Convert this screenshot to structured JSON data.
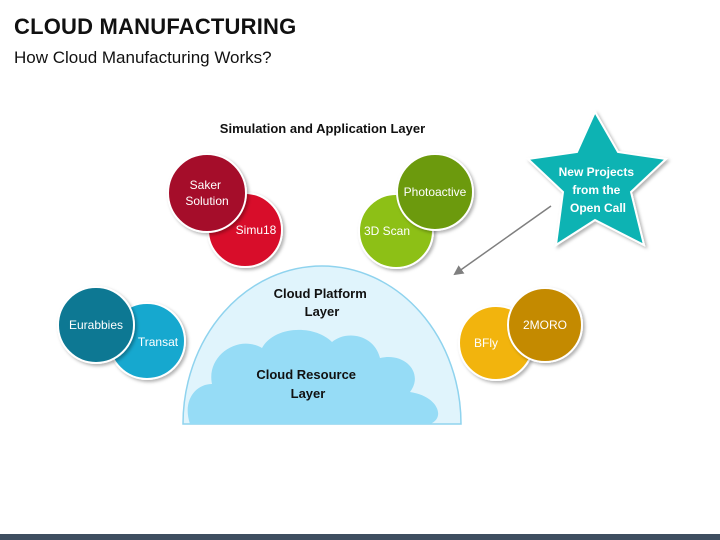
{
  "title": "CLOUD MANUFACTURING",
  "subtitle": "How Cloud Manufacturing Works?",
  "diagram": {
    "top_label": "Simulation and Application Layer",
    "platform_layer": [
      "Cloud Platform",
      "Layer"
    ],
    "resource_layer": [
      "Cloud Resource",
      "Layer"
    ],
    "callout": [
      "New Projects",
      "from the",
      "Open Call"
    ],
    "nodes": {
      "saker": [
        "Saker",
        "Solution"
      ],
      "simu18": "Simu18",
      "photoactive": "Photoactive",
      "scan3d": "3D Scan",
      "eurabbies": "Eurabbies",
      "transat": "Transat",
      "bfly": "BFly",
      "twomoro": "2MORO"
    }
  },
  "colors": {
    "saker": "#a50d2c",
    "simu18": "#d8102c",
    "photoactive": "#6c9a0c",
    "scan3d": "#8dc012",
    "eurabbies": "#0a7893",
    "transat": "#16a8cf",
    "bfly": "#f2b40a",
    "twomoro": "#c48a06",
    "dome_fill": "#e0f4fc",
    "dome_stroke": "#8fd3ee",
    "cloud_fill": "#96dcf6",
    "star": "#10b3b3",
    "arrow": "#7f7f7f"
  }
}
